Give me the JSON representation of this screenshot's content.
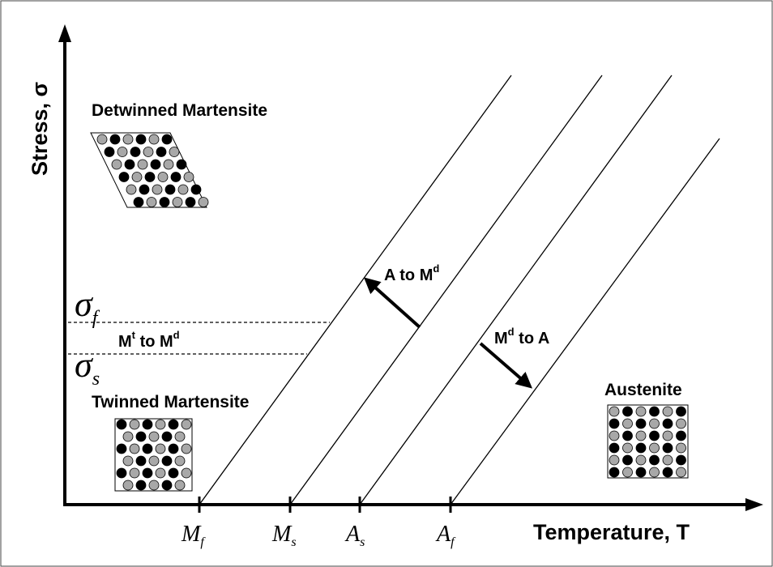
{
  "axes": {
    "y_label": "Stress, σ",
    "x_label": "Temperature, T"
  },
  "stress_levels": {
    "sigma_f": {
      "symbol": "σ",
      "sub": "f"
    },
    "sigma_s": {
      "symbol": "σ",
      "sub": "s"
    }
  },
  "temperatures": [
    {
      "id": "mf",
      "symbol": "M",
      "sub": "f"
    },
    {
      "id": "ms",
      "symbol": "M",
      "sub": "s"
    },
    {
      "id": "as",
      "symbol": "A",
      "sub": "s"
    },
    {
      "id": "af",
      "symbol": "A",
      "sub": "f"
    }
  ],
  "phase_labels": {
    "detwinned": "Detwinned Martensite",
    "twinned": "Twinned Martensite",
    "austenite": "Austenite"
  },
  "transformations": {
    "a_to_md": {
      "pre": "A to M",
      "sup": "d"
    },
    "md_to_a": {
      "pre": "M",
      "sup": "d",
      "post": " to A"
    },
    "mt_to_md": {
      "pre": "M",
      "sup1": "t",
      "mid": " to M",
      "sup2": "d"
    }
  },
  "colors": {
    "dark_atom": "#000000",
    "light_atom": "#a8a8a8",
    "line": "#000000"
  }
}
